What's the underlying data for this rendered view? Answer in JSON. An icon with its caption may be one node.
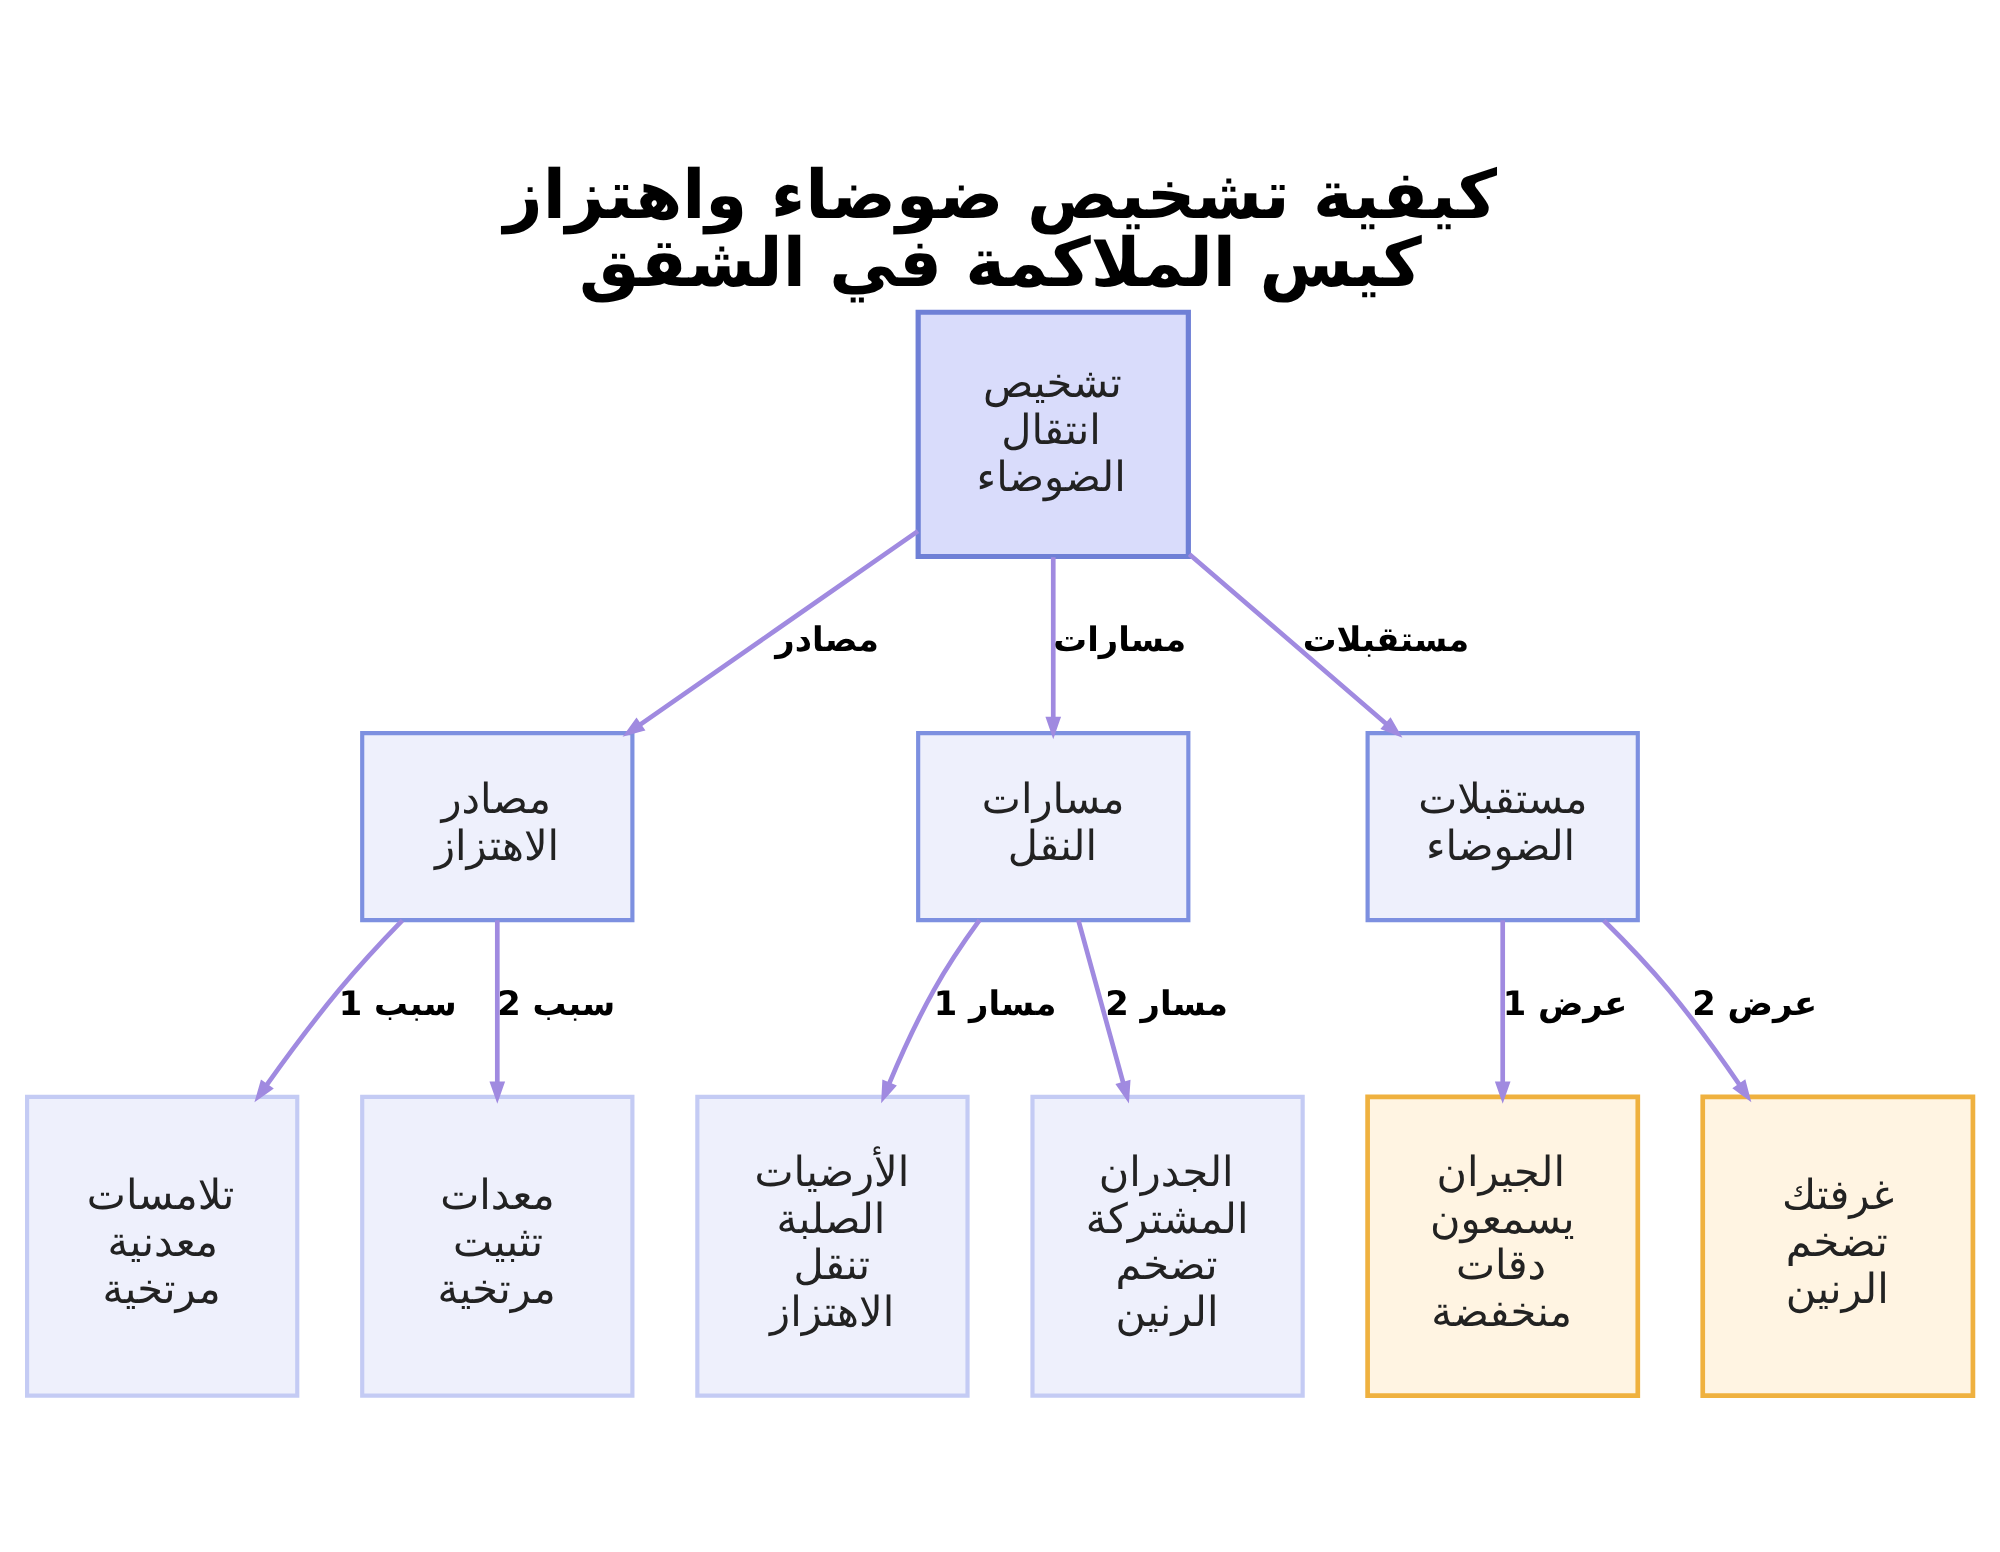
{
  "diagram": {
    "title": "كيفية تشخيص ضوضاء واهتزاز كيس الملاكمة في الشقق",
    "nodes": [
      {
        "text": [
          "تشخيص انتقال الضوضاء"
        ]
      },
      {
        "text": [
          "مصادر الاهتزاز"
        ]
      },
      {
        "text": [
          "مسارات النقل"
        ]
      },
      {
        "text": [
          "مستقبلات الضوضاء"
        ]
      },
      {
        "text": [
          "تلامسات معدنية مرتخية"
        ]
      },
      {
        "text": [
          "معدات تثبيت مرتخية"
        ]
      },
      {
        "text": [
          "الأرضيات الصلبة تنقل الاهتزاز"
        ]
      },
      {
        "text": [
          "الجدران المشتركة تضخم الرنين"
        ]
      },
      {
        "text": [
          "الجيران يسمعون دقات منخفضة"
        ]
      },
      {
        "text": [
          "غرفتك تضخم الرنين"
        ]
      }
    ],
    "edges": [
      {
        "from": 0,
        "to": 1,
        "arrow": "to",
        "label": "مصادر"
      },
      {
        "from": 0,
        "to": 2,
        "arrow": "to",
        "label": "مسارات"
      },
      {
        "from": 0,
        "to": 3,
        "arrow": "to",
        "label": "مستقبلات"
      },
      {
        "from": 1,
        "to": 4,
        "arrow": "to",
        "label": "سبب 1"
      },
      {
        "from": 1,
        "to": 5,
        "arrow": "to",
        "label": "سبب 2"
      },
      {
        "from": 2,
        "to": 6,
        "arrow": "to",
        "label": "مسار 1"
      },
      {
        "from": 2,
        "to": 7,
        "arrow": "to",
        "label": "مسار 2"
      },
      {
        "from": 3,
        "to": 8,
        "arrow": "to",
        "label": "عرض 1"
      },
      {
        "from": 3,
        "to": 9,
        "arrow": "to",
        "label": "عرض 2"
      }
    ]
  }
}
